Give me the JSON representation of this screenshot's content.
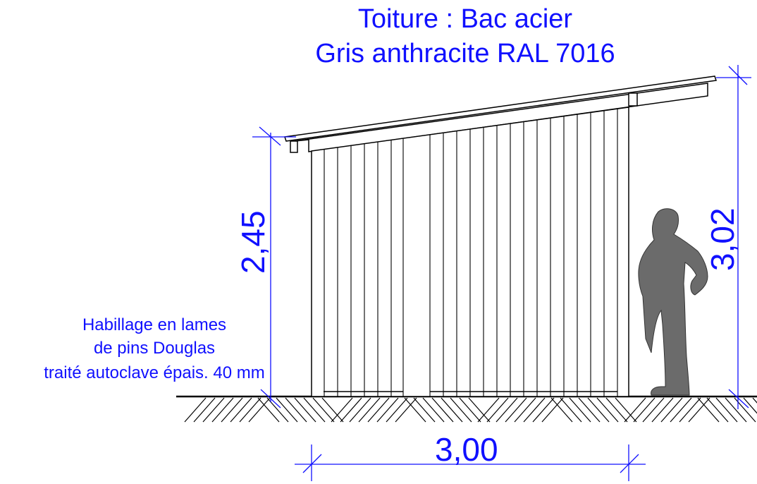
{
  "roof_note": {
    "line1": "Toiture : Bac acier",
    "line2": "Gris anthracite RAL 7016"
  },
  "cladding_note": {
    "line1": "Habillage en lames",
    "line2": "de pins Douglas",
    "line3": "traité autoclave épais. 40 mm"
  },
  "dimensions": {
    "width": "3,00",
    "height_low": "2,45",
    "height_high": "3,02"
  },
  "colors": {
    "dimension": "#1010ff",
    "line": "#000000",
    "silhouette": "#6b6b6b"
  }
}
